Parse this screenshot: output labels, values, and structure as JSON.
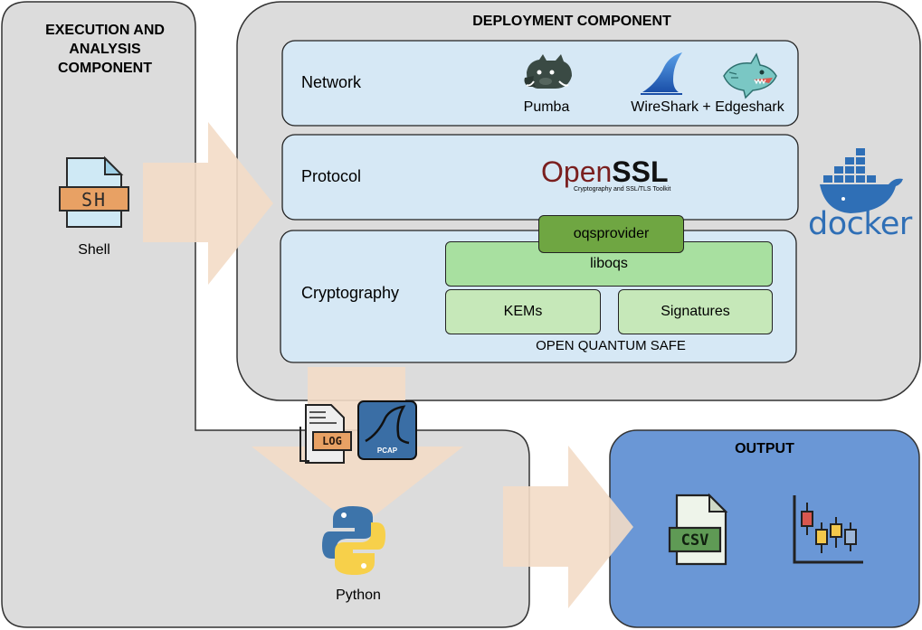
{
  "components": {
    "execution": {
      "title_line1": "EXECUTION AND",
      "title_line2": "ANALYSIS",
      "title_line3": "COMPONENT"
    },
    "deployment": {
      "title": "DEPLOYMENT COMPONENT"
    },
    "output": {
      "title": "OUTPUT"
    }
  },
  "layers": {
    "network": {
      "label": "Network",
      "tools": [
        {
          "name": "Pumba",
          "icon": "boar-icon"
        },
        {
          "name": "WireShark + Edgeshark",
          "icon": "shark-fin-icon"
        }
      ]
    },
    "protocol": {
      "label": "Protocol",
      "logo_text_1": "Open",
      "logo_text_2": "SSL",
      "logo_tagline": "Cryptography and SSL/TLS Toolkit"
    },
    "cryptography": {
      "label": "Cryptography",
      "oqsprovider": "oqsprovider",
      "liboqs": "liboqs",
      "kems": "KEMs",
      "signatures": "Signatures",
      "group_label": "OPEN QUANTUM SAFE"
    }
  },
  "execution_items": {
    "shell": {
      "label": "Shell",
      "badge": "SH"
    },
    "log": {
      "badge": "LOG"
    },
    "pcap": {
      "badge": "PCAP"
    },
    "python": {
      "label": "Python"
    }
  },
  "docker": {
    "label": "docker"
  },
  "output_items": {
    "csv": {
      "badge": "CSV"
    }
  },
  "colors": {
    "panel_gray": "#dcdcdc",
    "layer_blue": "#d6e8f5",
    "green_light": "#a8e0a0",
    "green_dark": "#6fa642",
    "output_blue": "#6a97d6",
    "arrow": "#f3dcc6",
    "docker_blue": "#2f6fb6"
  }
}
